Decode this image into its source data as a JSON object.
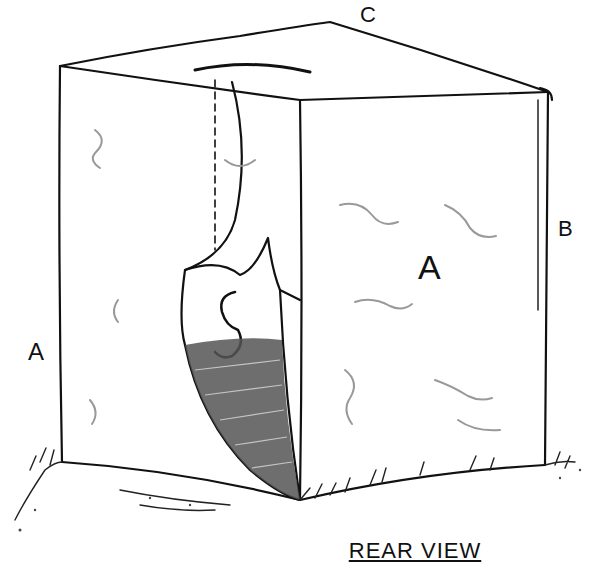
{
  "diagram": {
    "caption": "REAR VIEW",
    "labels": [
      "C",
      "B",
      "A",
      "A"
    ]
  }
}
